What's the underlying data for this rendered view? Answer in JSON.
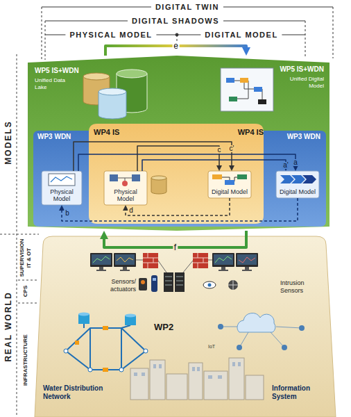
{
  "diagram": {
    "nodes": [
      {
        "text": [
          "WP5 IS+WDN",
          "Unified Data Lake"
        ]
      },
      {
        "text": [
          "WP5 IS+WDN",
          "Unified Digital Model"
        ]
      },
      {
        "text": [
          "WP3 WDN"
        ],
        "in": 0
      },
      {
        "text": [
          "WP4 IS"
        ],
        "in": 0
      },
      {
        "text": [
          "WP4 IS"
        ],
        "in": 1
      },
      {
        "text": [
          "WP3 WDN"
        ],
        "in": 1
      },
      {
        "text": [
          "Physical Model"
        ],
        "in": 2
      },
      {
        "text": [
          "Physical Model"
        ],
        "in": 3
      },
      {
        "text": [
          "Digital Model"
        ],
        "in": 4
      },
      {
        "text": [
          "Digital Model"
        ],
        "in": 5
      }
    ],
    "edges": [
      {
        "from": 0,
        "to": 1,
        "arrow": "to",
        "label": "e"
      },
      {
        "from": 6,
        "to": 9,
        "arrow": "to",
        "label": "a"
      },
      {
        "from": 7,
        "to": 9,
        "arrow": "to",
        "label": "a'"
      },
      {
        "from": 9,
        "to": 6,
        "arrow": "to",
        "label": "b"
      },
      {
        "from": 7,
        "to": 8,
        "arrow": "to",
        "label": "c"
      },
      {
        "from": 6,
        "to": 8,
        "arrow": "to",
        "label": "c'"
      },
      {
        "from": 8,
        "to": 7,
        "arrow": "to",
        "label": "d"
      },
      {
        "from": 1,
        "to": 0,
        "arrow": "to",
        "label": "f"
      }
    ],
    "labels": [
      "DIGITAL TWIN",
      "DIGITAL SHADOWS",
      "PHYSICAL MODEL",
      "DIGITAL MODEL",
      "MODELS",
      "REAL WORLD",
      "SUPERVISION IT & OT",
      "CPS",
      "INFRASTRUCTURE",
      "Sensors/ actuators",
      "Intrusion Sensors",
      "WP2",
      "Water Distribution Network",
      "Information System",
      "IoT"
    ]
  }
}
